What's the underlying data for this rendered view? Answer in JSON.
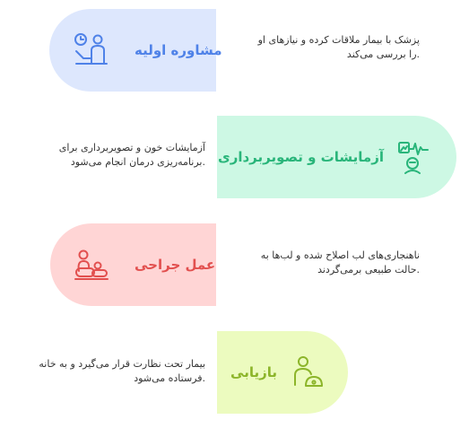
{
  "steps": [
    {
      "title": "مشاوره اولیه",
      "icon": "consultation-icon",
      "color": "#4f82e8",
      "background": "#dde7fd",
      "description_lines": [
        "پزشک با بیمار ملاقات کرده و نیازهای او",
        ".را بررسی می‌کند"
      ]
    },
    {
      "title": "آزمایشات و تصویربرداری",
      "icon": "xray-scan-icon",
      "color": "#29b57a",
      "background": "#cdf8e4",
      "description_lines": [
        "آزمایشات خون و تصویربرداری برای",
        ".برنامه‌ریزی درمان انجام می‌شود"
      ]
    },
    {
      "title": "عمل جراحی",
      "icon": "surgery-icon",
      "color": "#e2504f",
      "background": "#ffd5d5",
      "description_lines": [
        "ناهنجاری‌های لب اصلاح شده و لب‌ها به",
        ".حالت طبیعی برمی‌گردند"
      ]
    },
    {
      "title": "بازیابی",
      "icon": "recovery-icon",
      "color": "#8cb52a",
      "background": "#ecfbbf",
      "description_lines": [
        "بیمار تحت نظارت قرار می‌گیرد و به خانه",
        ".فرستاده می‌شود"
      ]
    }
  ]
}
